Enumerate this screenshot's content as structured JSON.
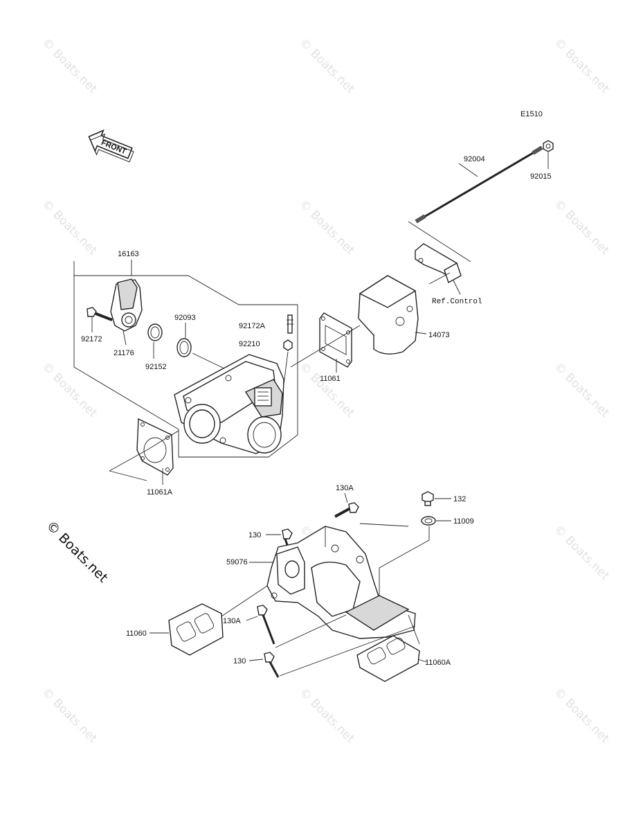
{
  "diagram_code": "E1510",
  "front_arrow_label": "FRONT",
  "reference_label": "Ref.Control",
  "watermark_text": "© Boats.net",
  "corner_watermark_text": "© Boats.net",
  "parts": {
    "p92004": "92004",
    "p92015": "92015",
    "p16163": "16163",
    "p92172": "92172",
    "p21176": "21176",
    "p92152": "92152",
    "p92093": "92093",
    "p92172A": "92172A",
    "p92210": "92210",
    "p11061": "11061",
    "p14073": "14073",
    "p11061A": "11061A",
    "p130A_top": "130A",
    "p132": "132",
    "p11009": "11009",
    "p130_top": "130",
    "p59076": "59076",
    "p130A_bottom": "130A",
    "p11060": "11060",
    "p130_bottom": "130",
    "p11060A": "11060A"
  },
  "colors": {
    "line": "#222222",
    "watermark": "#e2e2e2",
    "background": "#ffffff"
  }
}
